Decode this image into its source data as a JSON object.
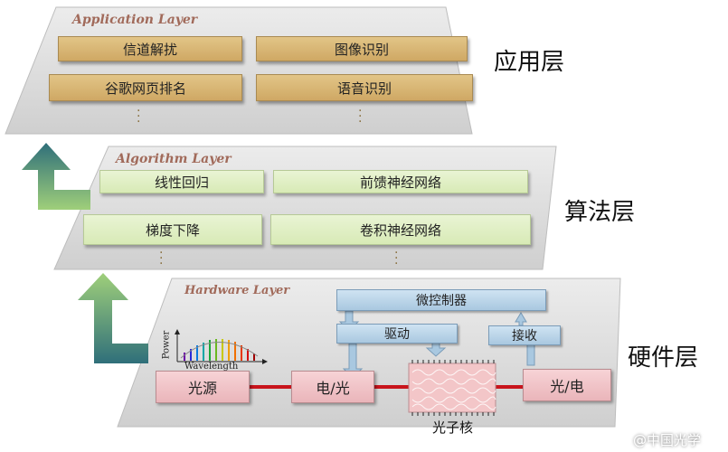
{
  "application_layer": {
    "title": "Application Layer",
    "name": "应用层",
    "items": [
      "信道解扰",
      "图像识别",
      "谷歌网页排名",
      "语音识别"
    ]
  },
  "algorithm_layer": {
    "title": "Algorithm Layer",
    "name": "算法层",
    "items": [
      "线性回归",
      "前馈神经网络",
      "梯度下降",
      "卷积神经网络"
    ]
  },
  "hardware_layer": {
    "title": "Hardware Layer",
    "name": "硬件层",
    "controller": "微控制器",
    "driver": "驱动",
    "receiver": "接收",
    "light_source": "光源",
    "eo_converter": "电/光",
    "oe_converter": "光/电",
    "photonic_core": "光子核",
    "spectrum_x_label": "Wavelength",
    "spectrum_y_label": "Power"
  },
  "watermark": "@中国光学",
  "colors": {
    "application_box": "#d7b472",
    "algorithm_box": "#deedc1",
    "hardware_blue": "#b9d4ea",
    "hardware_pink": "#efc0c4",
    "waveguide": "#c8141c",
    "title_text": "#a16a5a"
  }
}
